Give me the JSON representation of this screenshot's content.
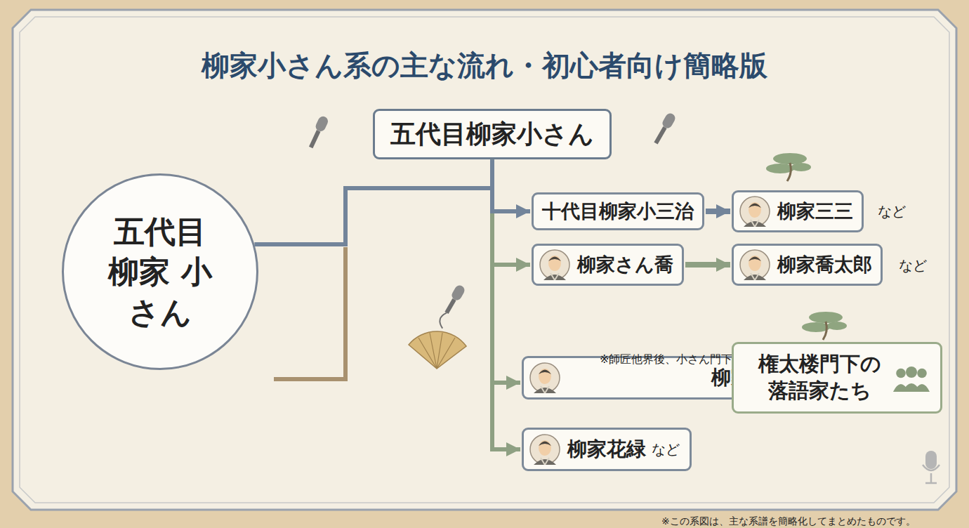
{
  "diagram": {
    "title": "柳家小さん系の主な流れ・初心者向け簡略版",
    "nodes": [
      {
        "text": [
          "五代目柳家小さん"
        ]
      },
      {
        "text": [
          "五代目 柳家 小さん"
        ]
      },
      {
        "text": [
          "十代目柳家小三治"
        ]
      },
      {
        "text": [
          "柳家三三"
        ]
      },
      {
        "text": [
          "柳家さん喬"
        ]
      },
      {
        "text": [
          "柳家喬太郎"
        ]
      },
      {
        "text": [
          "※師匠他界後、小さん門下へ",
          "柳家権太楼"
        ]
      },
      {
        "text": [
          "権太楼門下の 落語家たち"
        ]
      },
      {
        "text": [
          "柳家花緑",
          "など"
        ]
      }
    ],
    "edges": [
      {
        "from": 0,
        "to": 1,
        "arrow": "none"
      },
      {
        "from": 0,
        "to": 2,
        "arrow": "to"
      },
      {
        "from": 0,
        "to": 4,
        "arrow": "to"
      },
      {
        "from": 0,
        "to": 6,
        "arrow": "to"
      },
      {
        "from": 0,
        "to": 8,
        "arrow": "to"
      },
      {
        "from": 2,
        "to": 3,
        "arrow": "to"
      },
      {
        "from": 4,
        "to": 5,
        "arrow": "to"
      },
      {
        "from": 6,
        "to": 7,
        "arrow": "to"
      }
    ],
    "labels": [
      "など",
      "など",
      "※この系図は、主な系譜を簡略化してまとめたものです。"
    ]
  }
}
